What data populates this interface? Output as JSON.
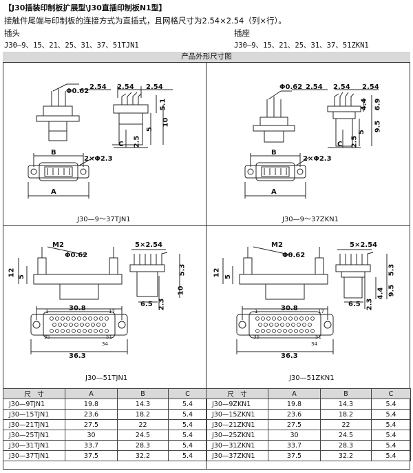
{
  "header": {
    "title": "【J30插装印制板扩展型\\J30直插印制板N1型】",
    "description": "接触件尾端与印制板的连接方式为直插式，且网格尺寸为2.54×2.54（列×行）。",
    "plug_label": "插头",
    "socket_label": "插座",
    "plug_models": "J30—9、15、21、25、31、37、51TJN1",
    "socket_models": "J30—9、15、21、25、31、37、51ZKN1"
  },
  "section_title": "产品外形尺寸图",
  "drawings": {
    "top_left": {
      "caption": "J30—9～37TJN1",
      "dims": {
        "dia": "Φ0.62",
        "pitch1": "2.54",
        "pitch2": "2.54",
        "pitch3": "2.54",
        "d51": "5.1",
        "d10": "10",
        "d5": "5",
        "d25": "2.5",
        "C": "C",
        "B": "B",
        "A": "A",
        "holes": "2×Φ2.3"
      }
    },
    "top_right": {
      "caption": "J30—9～37ZKN1",
      "dims": {
        "dia": "Φ0.62",
        "pitch1": "2.54",
        "pitch2": "2.54",
        "pitch3": "2.54",
        "d44": "4.4",
        "d69": "6.9",
        "d95": "9.5",
        "d5": "5",
        "d25": "2.5",
        "C": "C",
        "B": "B",
        "A": "A",
        "holes": "2×Φ2.3"
      }
    },
    "bottom_left": {
      "caption": "J30—51TJN1",
      "dims": {
        "m2": "M2",
        "dia": "Φ0.62",
        "pitch": "5×2.54",
        "d12": "12",
        "d5": "5",
        "d53": "5.3",
        "d10": "10",
        "d65": "6.5",
        "d23": "2.3",
        "d308": "30.8",
        "d363": "36.3",
        "pin1": "1",
        "pin17": "17",
        "pin34": "34",
        "pin35": "35",
        "pin51": "51"
      }
    },
    "bottom_right": {
      "caption": "J30—51ZKN1",
      "dims": {
        "m2": "M2",
        "dia": "Φ0.62",
        "pitch": "5×2.54",
        "d12": "12",
        "d5": "5",
        "d53": "5.3",
        "d44": "4.4",
        "d95": "9.5",
        "d65": "6.5",
        "d23": "2.3",
        "d308": "30.8",
        "d363": "36.3",
        "pin1": "1",
        "pin17": "17",
        "pin34": "34",
        "pin35": "35",
        "pin51": "51"
      }
    }
  },
  "tables": {
    "left": {
      "headers": [
        "尺　寸",
        "A",
        "B",
        "C"
      ],
      "rows": [
        [
          "J30—9TJN1",
          "19.8",
          "14.3",
          "5.4"
        ],
        [
          "J30—15TJN1",
          "23.6",
          "18.2",
          "5.4"
        ],
        [
          "J30—21TJN1",
          "27.5",
          "22",
          "5.4"
        ],
        [
          "J30—25TJN1",
          "30",
          "24.5",
          "5.4"
        ],
        [
          "J30—31TJN1",
          "33.7",
          "28.3",
          "5.4"
        ],
        [
          "J30—37TJN1",
          "37.5",
          "32.2",
          "5.4"
        ]
      ]
    },
    "right": {
      "headers": [
        "尺　寸",
        "A",
        "B",
        "C"
      ],
      "rows": [
        [
          "J30—9ZKN1",
          "19.8",
          "14.3",
          "5.4"
        ],
        [
          "J30—15ZKN1",
          "23.6",
          "18.2",
          "5.4"
        ],
        [
          "J30—21ZKN1",
          "27.5",
          "22",
          "5.4"
        ],
        [
          "J30—25ZKN1",
          "30",
          "24.5",
          "5.4"
        ],
        [
          "J30—31ZKN1",
          "33.7",
          "28.3",
          "5.4"
        ],
        [
          "J30—37ZKN1",
          "37.5",
          "32.2",
          "5.4"
        ]
      ]
    }
  }
}
